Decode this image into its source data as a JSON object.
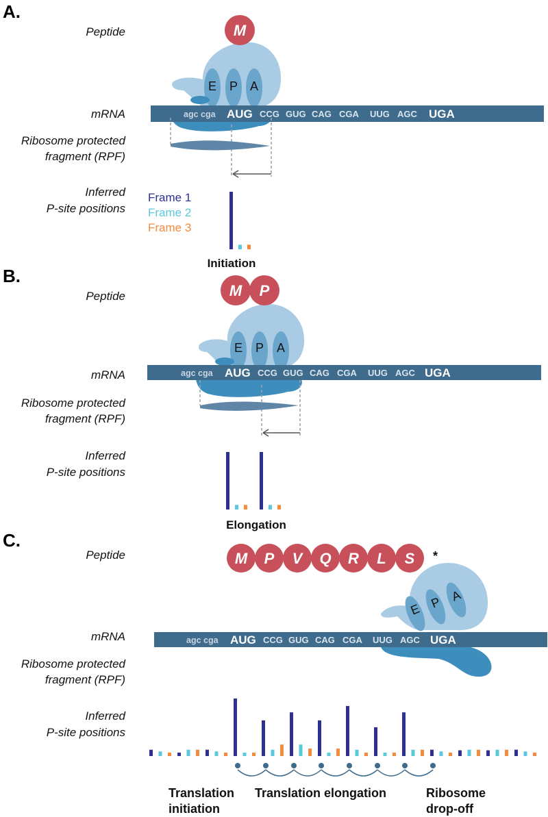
{
  "colors": {
    "frame1": "#2e3192",
    "frame2": "#5bc8dc",
    "frame3": "#f58b3c",
    "mrna": "#3f6b8c",
    "ribosome_light": "#a9cbe3",
    "ribosome_dark": "#3d8dbd",
    "peptide": "#c8505a"
  },
  "panels": [
    {
      "letter": "A.",
      "peptide_label": "Peptide",
      "mrna_label": "mRNA",
      "rpf_label_line1": "Ribosome protected",
      "rpf_label_line2": "fragment (RPF)",
      "psite_label_line1": "Inferred",
      "psite_label_line2": "P-site positions",
      "peptide": [
        "M"
      ],
      "sites": [
        "E",
        "P",
        "A"
      ],
      "codons_lower": "agc cga",
      "start_codon": "AUG",
      "codons": [
        "CCG",
        "GUG",
        "CAG",
        "CGA",
        "UUG",
        "AGC"
      ],
      "stop_codon": "UGA",
      "stage": "Initiation",
      "legend": [
        "Frame 1",
        "Frame 2",
        "Frame 3"
      ]
    },
    {
      "letter": "B.",
      "peptide_label": "Peptide",
      "mrna_label": "mRNA",
      "rpf_label_line1": "Ribosome protected",
      "rpf_label_line2": "fragment (RPF)",
      "psite_label_line1": "Inferred",
      "psite_label_line2": "P-site positions",
      "peptide": [
        "M",
        "P"
      ],
      "sites": [
        "E",
        "P",
        "A"
      ],
      "codons_lower": "agc cga",
      "start_codon": "AUG",
      "codons": [
        "CCG",
        "GUG",
        "CAG",
        "CGA",
        "UUG",
        "AGC"
      ],
      "stop_codon": "UGA",
      "stage": "Elongation"
    },
    {
      "letter": "C.",
      "peptide_label": "Peptide",
      "mrna_label": "mRNA",
      "rpf_label_line1": "Ribosome protected",
      "rpf_label_line2": "fragment (RPF)",
      "psite_label_line1": "Inferred",
      "psite_label_line2": "P-site positions",
      "peptide": [
        "M",
        "P",
        "V",
        "Q",
        "R",
        "L",
        "S"
      ],
      "stop_mark": "*",
      "sites": [
        "E",
        "P",
        "A"
      ],
      "codons_lower": "agc cga",
      "start_codon": "AUG",
      "codons": [
        "CCG",
        "GUG",
        "CAG",
        "CGA",
        "UUG",
        "AGC"
      ],
      "stop_codon": "UGA",
      "footer": {
        "left_line1": "Translation",
        "left_line2": "initiation",
        "middle": "Translation elongation",
        "right_line1": "Ribosome",
        "right_line2": "drop-off"
      }
    }
  ],
  "chart_data": [
    {
      "type": "bar",
      "panel": "A",
      "series": [
        {
          "name": "Frame 1",
          "values": [
            1.0
          ]
        },
        {
          "name": "Frame 2",
          "values": [
            0.08
          ]
        },
        {
          "name": "Frame 3",
          "values": [
            0.08
          ]
        }
      ]
    },
    {
      "type": "bar",
      "panel": "B",
      "series": [
        {
          "name": "Frame 1",
          "values": [
            1.0,
            1.0
          ]
        },
        {
          "name": "Frame 2",
          "values": [
            0.08,
            0.08
          ]
        },
        {
          "name": "Frame 3",
          "values": [
            0.08,
            0.08
          ]
        }
      ]
    },
    {
      "type": "bar",
      "panel": "C",
      "triplets": [
        [
          0.11,
          0.08,
          0.06
        ],
        [
          0.06,
          0.11,
          0.11
        ],
        [
          0.11,
          0.08,
          0.06
        ],
        [
          1.0,
          0.06,
          0.06
        ],
        [
          0.62,
          0.11,
          0.2
        ],
        [
          0.76,
          0.2,
          0.13
        ],
        [
          0.62,
          0.06,
          0.13
        ],
        [
          0.87,
          0.11,
          0.06
        ],
        [
          0.5,
          0.06,
          0.06
        ],
        [
          0.76,
          0.11,
          0.11
        ],
        [
          0.11,
          0.08,
          0.06
        ],
        [
          0.1,
          0.11,
          0.11
        ],
        [
          0.1,
          0.11,
          0.11
        ],
        [
          0.11,
          0.08,
          0.06
        ]
      ]
    }
  ]
}
